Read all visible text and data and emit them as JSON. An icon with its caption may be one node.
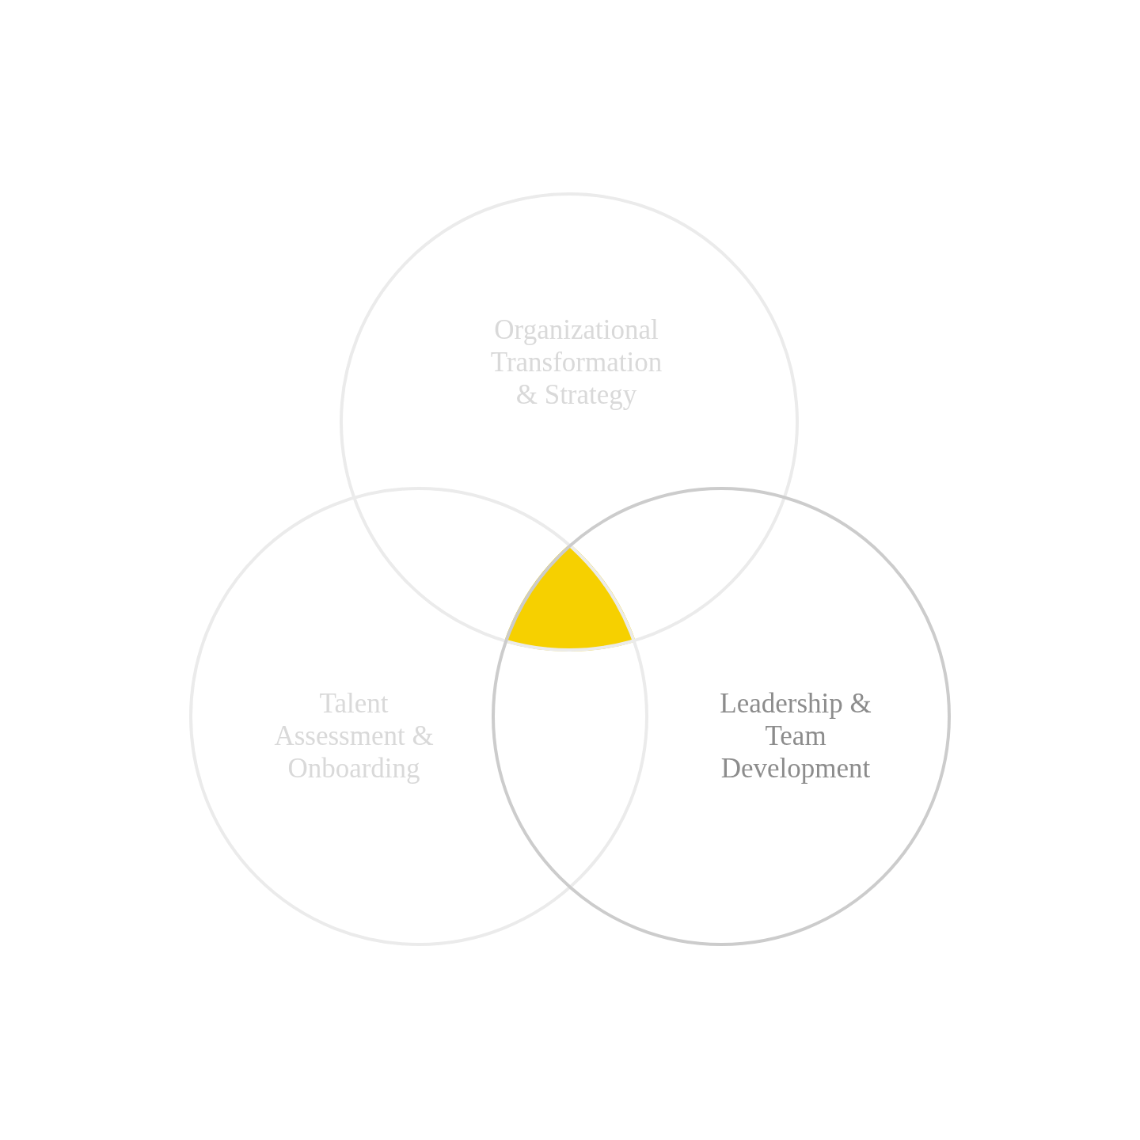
{
  "diagram": {
    "nodes": [
      {
        "text": [
          "Organizational Transformation & Strategy"
        ]
      },
      {
        "text": [
          "Talent Assessment & Onboarding"
        ]
      },
      {
        "text": [
          "Leadership & Team Development"
        ]
      },
      {
        "text": [],
        "shape": "triangle"
      }
    ]
  }
}
